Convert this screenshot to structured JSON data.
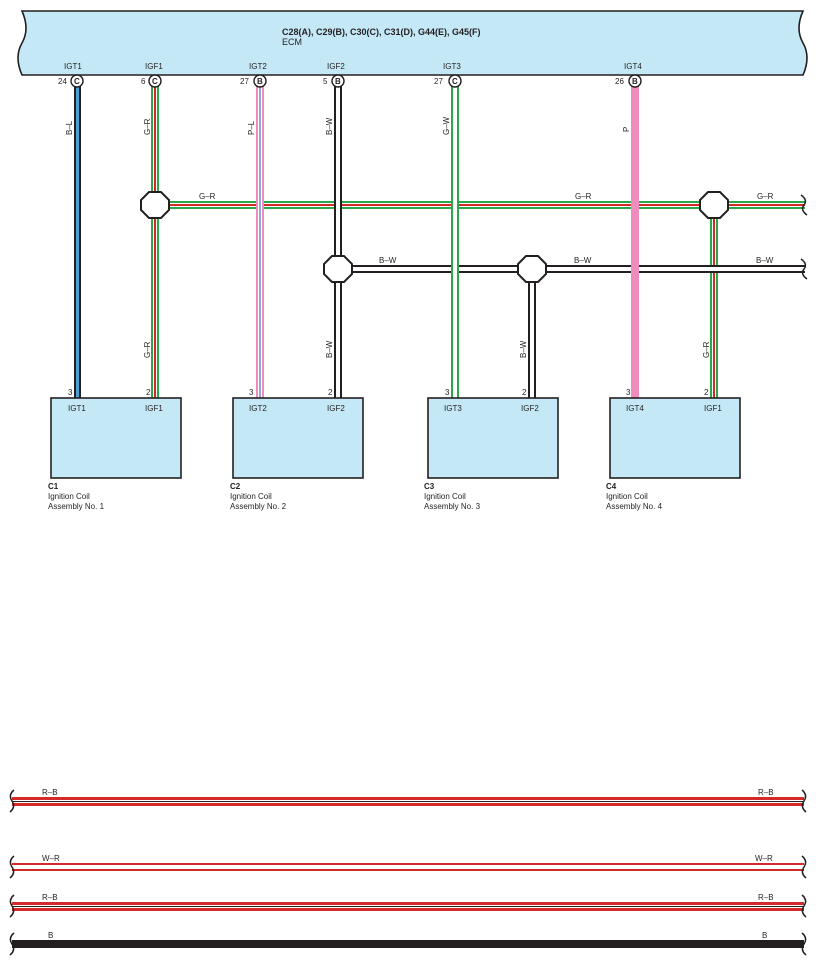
{
  "ecm": {
    "title": "C28(A), C29(B), C30(C), C31(D), G44(E), G45(F)",
    "subtitle": "ECM",
    "pins": [
      {
        "name": "IGT1",
        "num": "24",
        "conn": "C"
      },
      {
        "name": "IGF1",
        "num": "6",
        "conn": "C"
      },
      {
        "name": "IGT2",
        "num": "27",
        "conn": "B"
      },
      {
        "name": "IGF2",
        "num": "5",
        "conn": "B"
      },
      {
        "name": "IGT3",
        "num": "27",
        "conn": "C"
      },
      {
        "name": "IGT4",
        "num": "26",
        "conn": "B"
      }
    ]
  },
  "wire_labels": {
    "igt1": "B–L",
    "igf1_top": "G–R",
    "igt2": "P–L",
    "igf2_top": "B–W",
    "igt3": "G–W",
    "igt4": "P",
    "gr_bus_1": "G–R",
    "gr_bus_2": "G–R",
    "gr_bus_3": "G–R",
    "bw_bus_1": "B–W",
    "bw_bus_2": "B–W",
    "bw_bus_3": "B–W",
    "c1_igf": "G–R",
    "c2_igf": "B–W",
    "c3_igf": "B–W",
    "c4_igf": "G–R"
  },
  "coils": [
    {
      "code": "C1",
      "name": "Ignition Coil",
      "assy": "Assembly No.  1",
      "left_pin": "IGT1",
      "right_pin": "IGF1",
      "left_num": "3",
      "right_num": "2"
    },
    {
      "code": "C2",
      "name": "Ignition Coil",
      "assy": "Assembly No.  2",
      "left_pin": "IGT2",
      "right_pin": "IGF2",
      "left_num": "3",
      "right_num": "2"
    },
    {
      "code": "C3",
      "name": "Ignition Coil",
      "assy": "Assembly No.  3",
      "left_pin": "IGT3",
      "right_pin": "IGF2",
      "left_num": "3",
      "right_num": "2"
    },
    {
      "code": "C4",
      "name": "Ignition Coil",
      "assy": "Assembly No.  4",
      "left_pin": "IGT4",
      "right_pin": "IGF1",
      "left_num": "3",
      "right_num": "2"
    }
  ],
  "bottom_wires": [
    {
      "left": "R–B",
      "right": "R–B"
    },
    {
      "left": "W–R",
      "right": "W–R"
    },
    {
      "left": "R–B",
      "right": "R–B"
    },
    {
      "left": "B",
      "right": "B"
    }
  ],
  "colors": {
    "ecm_fill": "#c5e8f7",
    "coil_fill": "#c5e8f7",
    "black": "#231f20",
    "blue": "#4d9fd6",
    "green": "#2aa84a",
    "red": "#d42a2a",
    "pink": "#f08cbd",
    "lavender": "#b9a6d9"
  }
}
